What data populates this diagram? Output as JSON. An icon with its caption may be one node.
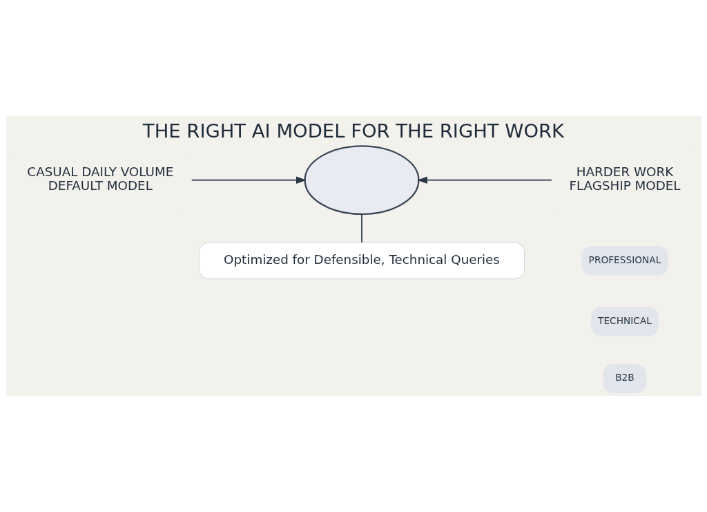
{
  "diagram": {
    "title": "THE RIGHT AI MODEL FOR THE RIGHT WORK",
    "nodes": [
      {
        "text": [
          "CASUAL DAILY VOLUME",
          "DEFAULT MODEL"
        ]
      },
      {
        "text": [],
        "shape": "cloud"
      },
      {
        "text": [
          "HARDER WORK",
          "FLAGSHIP MODEL"
        ]
      },
      {
        "text": [
          "PROFESSIONAL"
        ]
      },
      {
        "text": [
          "TECHNICAL"
        ]
      },
      {
        "text": [
          "B2B"
        ]
      },
      {
        "text": [
          "Optimized for Defensible, Technical Queries"
        ]
      }
    ],
    "edges": [
      {
        "from": 0,
        "to": 1,
        "arrow": "to"
      },
      {
        "from": 2,
        "to": 1,
        "arrow": "to"
      },
      {
        "from": 1,
        "to": 6,
        "arrow": "none"
      }
    ]
  }
}
